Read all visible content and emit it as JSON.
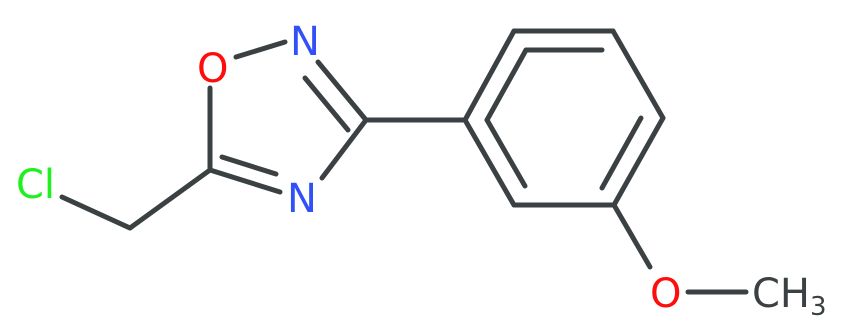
{
  "molecule": {
    "atoms": {
      "oxygen_ring": "O",
      "nitrogen_top": "N",
      "nitrogen_bottom": "N",
      "chlorine": "Cl",
      "oxygen_methoxy": "O",
      "methyl": "CH",
      "methyl_subscript": "3"
    }
  },
  "colors": {
    "bond": "#3b4143",
    "oxygen": "#ff0d0d",
    "nitrogen": "#3050f8",
    "chlorine": "#1ff01f",
    "carbon": "#3b4143"
  }
}
